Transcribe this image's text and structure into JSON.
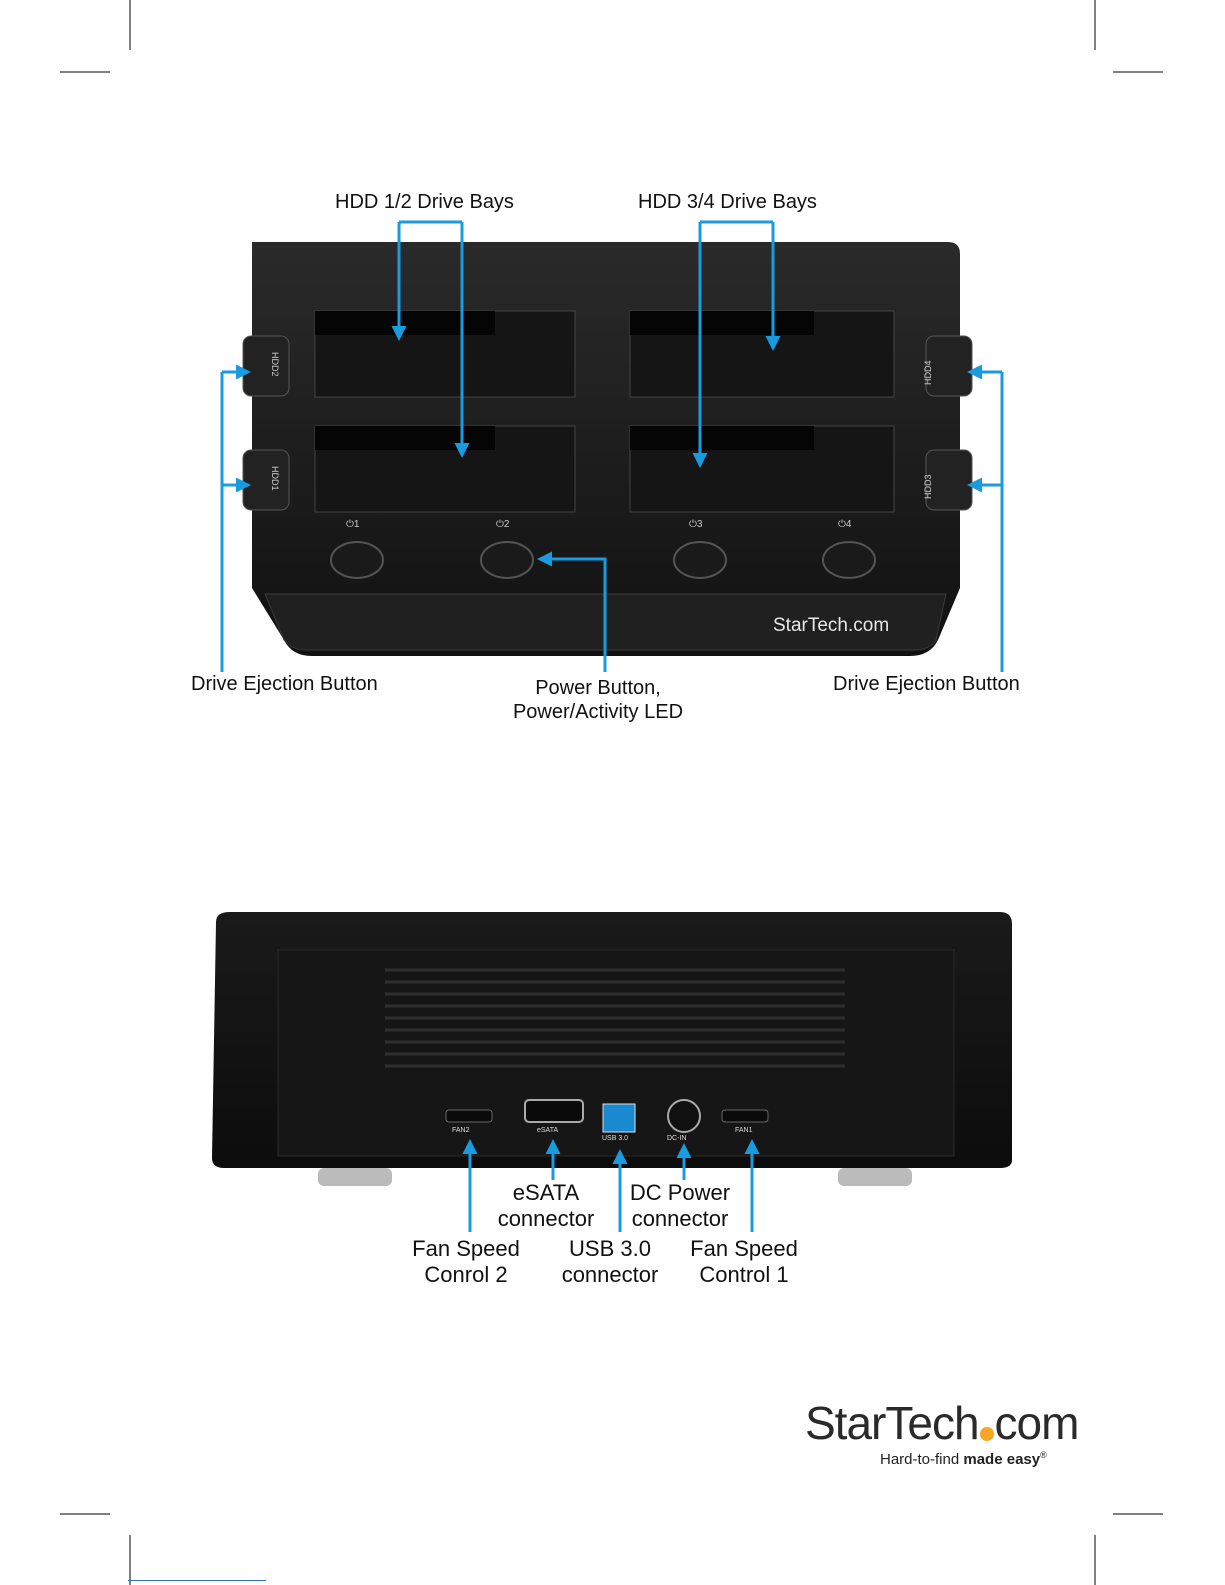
{
  "front_view": {
    "labels": {
      "bays_12": "HDD 1/2 Drive Bays",
      "bays_34": "HDD 3/4 Drive Bays",
      "eject_left": "Drive Ejection Button",
      "eject_right": "Drive Ejection Button",
      "power_line1": "Power Button,",
      "power_line2": "Power/Activity LED"
    },
    "device_markings": {
      "hdd1": "HDD1",
      "hdd2": "HDD2",
      "hdd3": "HDD3",
      "hdd4": "HDD4",
      "pwr1": "1",
      "pwr2": "2",
      "pwr3": "3",
      "pwr4": "4",
      "brand": "StarTech.com"
    }
  },
  "rear_view": {
    "labels": {
      "esata_line1": "eSATA",
      "esata_line2": "connector",
      "dc_line1": "DC Power",
      "dc_line2": "connector",
      "fan2_line1": "Fan Speed",
      "fan2_line2": "Conrol 2",
      "usb_line1": "USB 3.0",
      "usb_line2": "connector",
      "fan1_line1": "Fan Speed",
      "fan1_line2": "Control 1"
    },
    "port_markings": {
      "fan2": "FAN2",
      "esata": "eSATA",
      "usb": "USB 3.0",
      "dcin": "DC-IN",
      "fan1": "FAN1"
    }
  },
  "logo": {
    "word_left": "StarTech",
    "word_right": "com",
    "tagline_plain": "Hard-to-find ",
    "tagline_bold": "made easy",
    "reg_mark": "®"
  },
  "colors": {
    "callout": "#1a9be0",
    "device": "#1c1c1c",
    "brand_dot": "#f5a623"
  }
}
